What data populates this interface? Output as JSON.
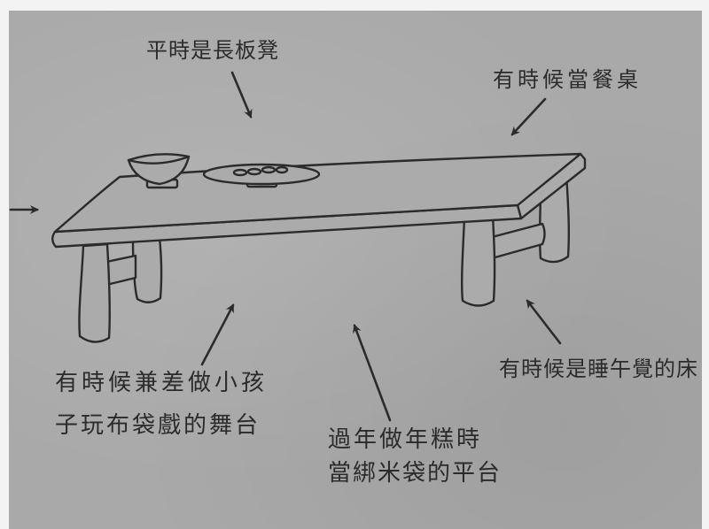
{
  "labels": {
    "bench": "平時是長板凳",
    "dining_table": "有時候當餐桌",
    "puppet_stage": [
      "有時候兼差做小孩",
      "子玩布袋戲的舞台"
    ],
    "rice_cake_platform": [
      "過年做年糕時",
      "當綁米袋的平台"
    ],
    "nap_bed": "有時候是睡午覺的床"
  },
  "colors": {
    "paper": "#f3f3f3",
    "background": "#a9a9a9",
    "ink": "#2b2b2b"
  }
}
